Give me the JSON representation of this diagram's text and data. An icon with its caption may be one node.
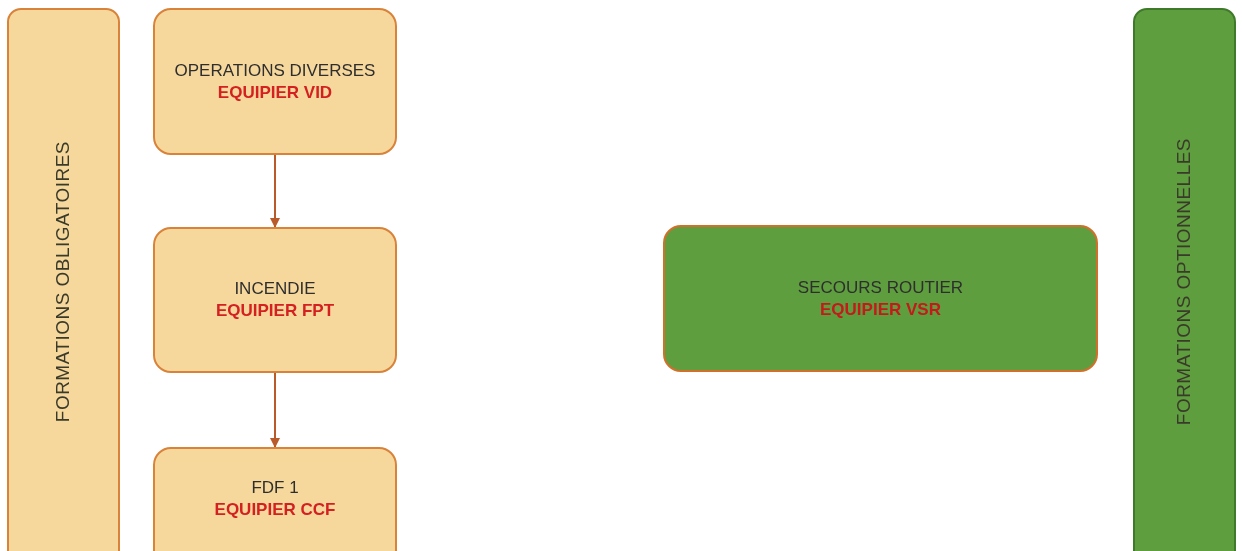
{
  "diagram": {
    "nodes": [
      {
        "text": [
          "FORMATIONS OBLIGATOIRES"
        ]
      },
      {
        "text": [
          "OPERATIONS DIVERSES",
          "EQUIPIER VID"
        ]
      },
      {
        "text": [
          "INCENDIE",
          "EQUIPIER FPT"
        ]
      },
      {
        "text": [
          "FDF 1",
          "EQUIPIER CCF"
        ]
      },
      {
        "text": [
          "SECOURS ROUTIER",
          "EQUIPIER VSR"
        ]
      },
      {
        "text": [
          "FORMATIONS OPTIONNELLES"
        ]
      }
    ],
    "edges": [
      {
        "from": 1,
        "to": 2,
        "arrow": "to"
      },
      {
        "from": 2,
        "to": 3,
        "arrow": "to"
      }
    ]
  }
}
